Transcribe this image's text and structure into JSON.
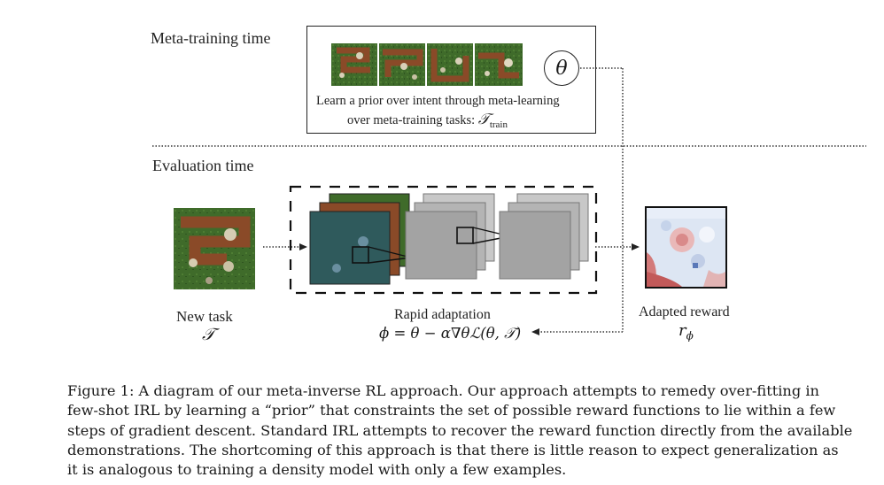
{
  "figure": {
    "meta_training_label": "Meta-training time",
    "theta_symbol": "θ",
    "meta_box_line1": "Learn a prior over intent through meta-learning",
    "meta_box_line2_prefix": "over meta-training tasks:",
    "meta_box_line2_math": "𝒯",
    "meta_box_line2_sub": "train",
    "evaluation_label": "Evaluation time",
    "new_task_label": "New task",
    "new_task_symbol": "𝒯",
    "rapid_label": "Rapid adaptation",
    "rapid_equation": "ϕ = θ − α∇θℒ(θ, 𝒯)",
    "adapted_label": "Adapted reward",
    "adapted_symbol": "r",
    "adapted_sub": "ϕ"
  },
  "caption": {
    "lines": [
      "Figure 1: A diagram of our meta-inverse RL approach. Our approach attempts to remedy over-fitting in",
      "few-shot IRL by learning a “prior” that constraints the set of possible reward functions to lie within a few",
      "steps of gradient descent. Standard IRL attempts to recover the reward function directly from the available",
      "demonstrations. The shortcoming of this approach is that there is little reason to expect generalization as",
      "it is analogous to training a density model with only a few examples."
    ]
  },
  "colors": {
    "grass": "#3f6b2a",
    "dirt": "#8a4a28",
    "teal_layer": "#2f5a5c",
    "gray_layer": "#9a9a9a",
    "reward_blue": "#c9d6ea",
    "reward_red": "#c96a6a"
  }
}
